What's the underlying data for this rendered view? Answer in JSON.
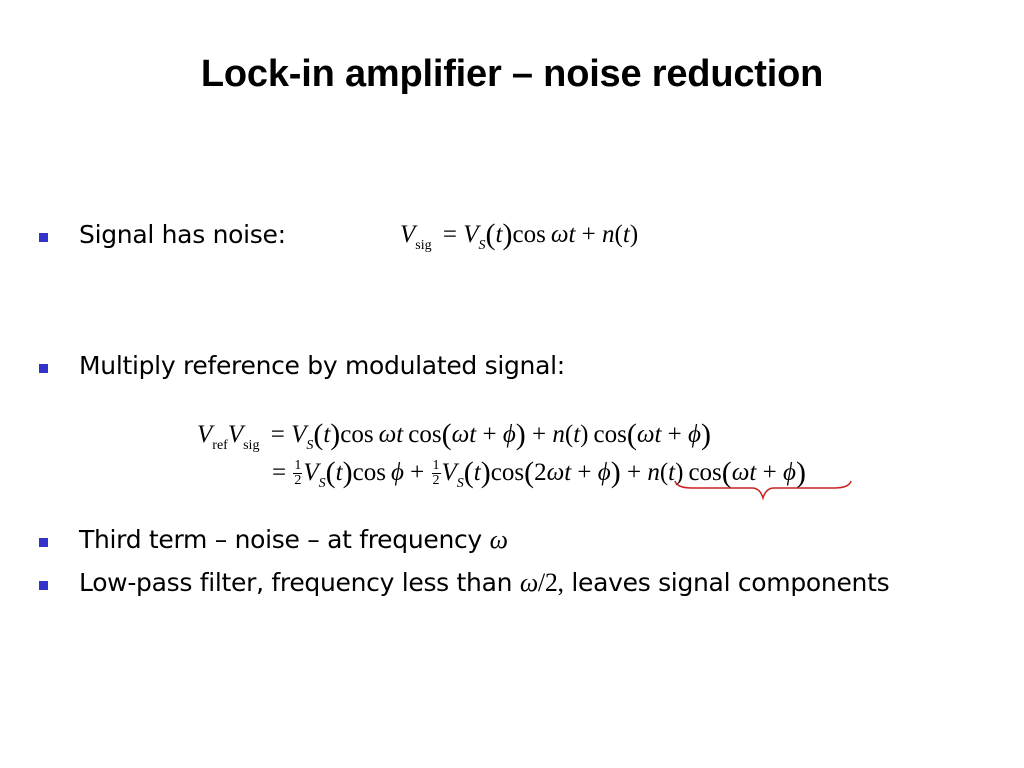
{
  "title": "Lock-in amplifier – noise reduction",
  "bullets": [
    {
      "text": "Signal has noise:"
    },
    {
      "text": "Multiply reference by modulated signal:"
    },
    {
      "text_before": "Third term – noise – at frequency",
      "math": "ω"
    },
    {
      "text_before": "Low-pass filter, frequency less than",
      "math_omega": "ω",
      "math_rest": "/2,",
      "text_after": "leaves signal components"
    }
  ],
  "equations": {
    "signal": "V_sig = V_S(t) cos ωt + n(t)",
    "product_line1": "V_ref V_sig = V_S(t) cos ωt cos(ωt + φ) + n(t) cos(ωt + φ)",
    "product_line2": "= ½ V_S(t) cos φ + ½ V_S(t) cos(2ωt + φ) + n(t) cos(ωt + φ)"
  },
  "colors": {
    "bullet": "#3333cc",
    "brace": "#cc2222",
    "text": "#000000"
  }
}
